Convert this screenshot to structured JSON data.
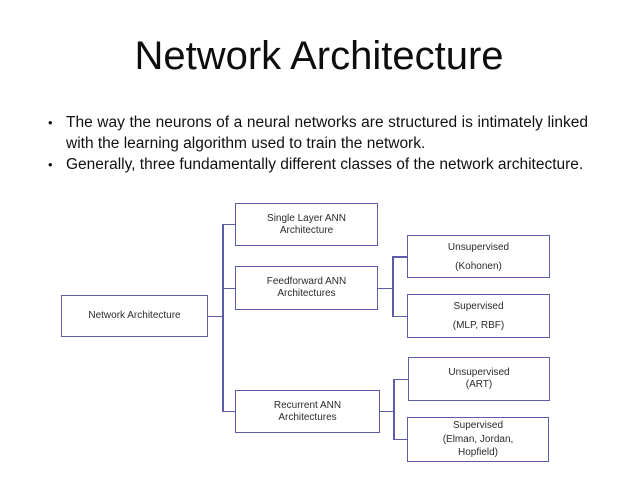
{
  "slide": {
    "title": "Network Architecture",
    "bullet_char": "•",
    "bullets": [
      "The way the neurons of a neural networks are structured is intimately linked with the learning algorithm used to train the network.",
      "Generally, three fundamentally different classes of the network architecture."
    ]
  },
  "diagram": {
    "nodes": {
      "root": "Network Architecture",
      "single_layer": "Single Layer ANN\nArchitecture",
      "feedforward": "Feedforward ANN\nArchitectures",
      "unsupervised_kohonen": "Unsupervised\n(Kohonen)",
      "supervised_mlp": "Supervised\n(MLP, RBF)",
      "recurrent": "Recurrent ANN\nArchitectures",
      "unsupervised_art": "Unsupervised\n(ART)",
      "supervised_elman": "Supervised\n(Elman, Jordan,\nHopfield)"
    }
  },
  "colors": {
    "box-border": "#5c5caa",
    "connector": "#5c5caa",
    "title-text": "#0d0d0d",
    "body-text": "#111111",
    "box-text": "#2b2b2b",
    "background": "#ffffff"
  }
}
